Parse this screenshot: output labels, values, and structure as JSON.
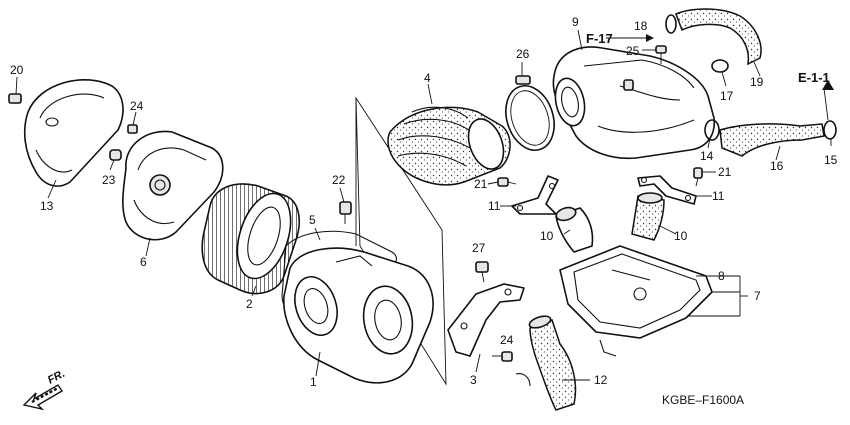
{
  "callouts": {
    "c1": "1",
    "c2": "2",
    "c3": "3",
    "c4": "4",
    "c5": "5",
    "c6": "6",
    "c7": "7",
    "c8": "8",
    "c9": "9",
    "c10a": "10",
    "c10b": "10",
    "c11a": "11",
    "c11b": "11",
    "c12": "12",
    "c13": "13",
    "c14": "14",
    "c15": "15",
    "c16": "16",
    "c17": "17",
    "c18": "18",
    "c19": "19",
    "c20": "20",
    "c21a": "21",
    "c21b": "21",
    "c22": "22",
    "c23": "23",
    "c24a": "24",
    "c24b": "24",
    "c25": "25",
    "c26": "26",
    "c27": "27"
  },
  "references": {
    "ref_f17": "F-17",
    "ref_e11": "E-1-1"
  },
  "orientation_label": "FR.",
  "drawing_code": "KGBE–F1600A"
}
